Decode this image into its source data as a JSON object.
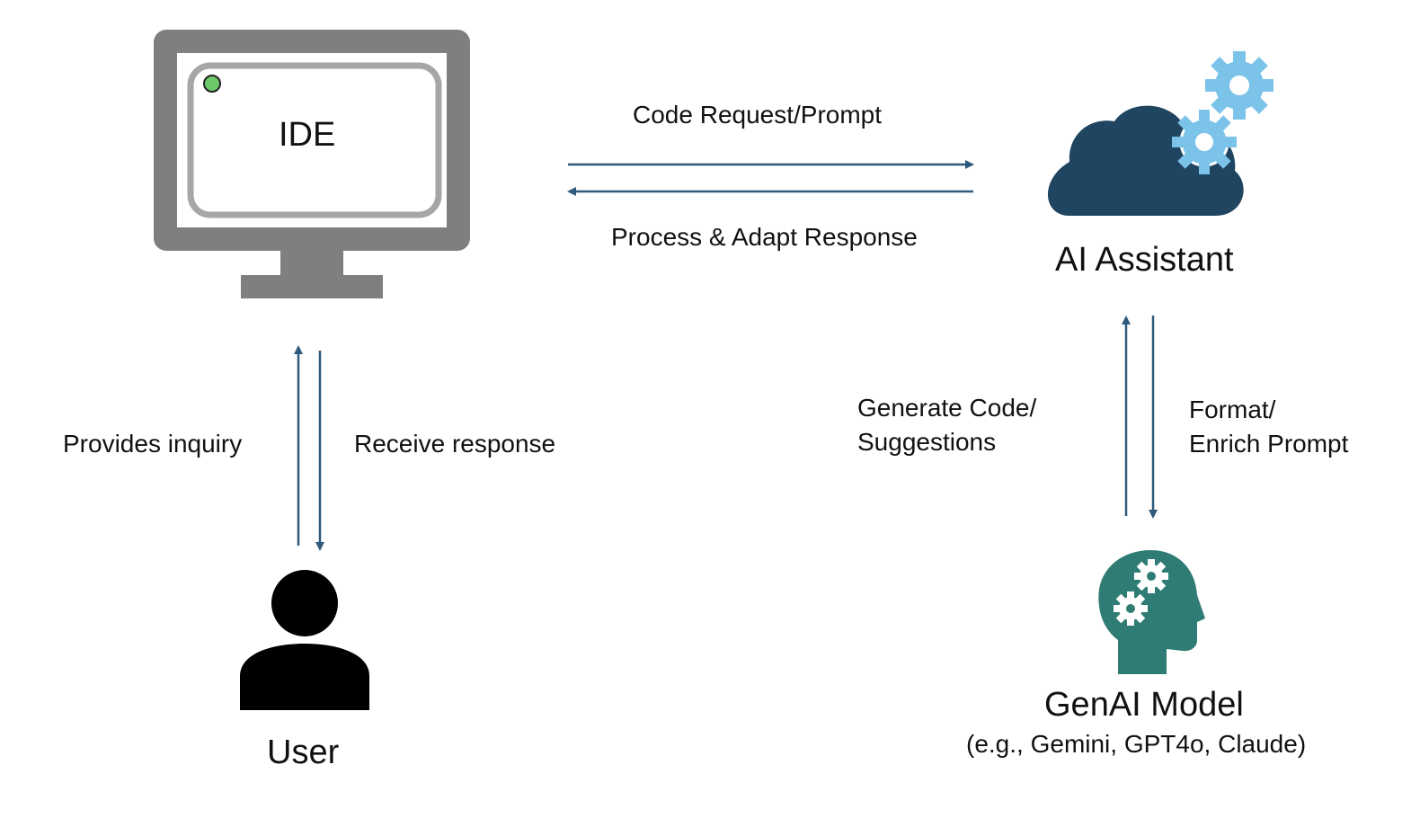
{
  "nodes": {
    "ide": {
      "label": "IDE"
    },
    "ai_assistant": {
      "label": "AI Assistant"
    },
    "user": {
      "label": "User"
    },
    "genai_model": {
      "label": "GenAI Model",
      "sublabel": "(e.g., Gemini, GPT4o, Claude)"
    }
  },
  "edges": {
    "code_request": {
      "label": "Code Request/Prompt"
    },
    "process_adapt": {
      "label": "Process & Adapt Response"
    },
    "provides_inquiry": {
      "label": "Provides inquiry"
    },
    "receive_response": {
      "label": "Receive response"
    },
    "generate_code": {
      "line1": "Generate Code/",
      "line2": "Suggestions"
    },
    "format_enrich": {
      "line1": "Format/",
      "line2": "Enrich Prompt"
    }
  },
  "colors": {
    "arrow": "#2f5a7c",
    "monitor": "#7f7f7f",
    "monitor_screen_inner": "#a6a6a6",
    "status_dot": "#6cc96a",
    "cloud": "#1f4560",
    "gear_light": "#7cc3ea",
    "head": "#2f7c74",
    "user_icon": "#000000"
  },
  "icons": {
    "ide": "monitor-icon",
    "ai_assistant": "cloud-gears-icon",
    "user": "person-icon",
    "genai_model": "head-gears-icon"
  }
}
